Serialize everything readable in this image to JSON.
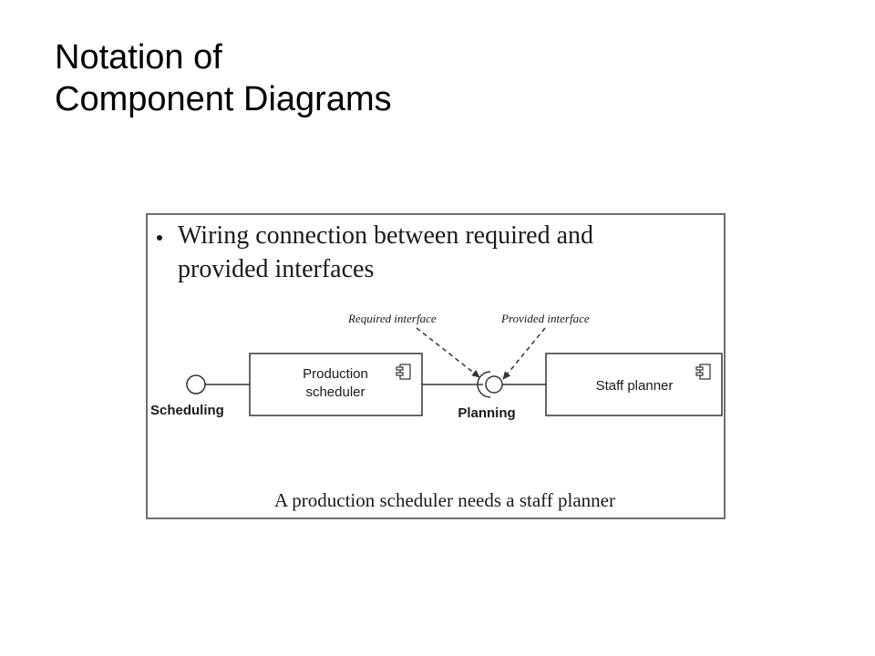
{
  "slide": {
    "title_line1": "Notation of",
    "title_line2": "Component Diagrams"
  },
  "figure": {
    "bullet_line1": "Wiring connection between required and",
    "bullet_line2": "provided interfaces",
    "label_required_interface": "Required interface",
    "label_provided_interface": "Provided interface",
    "component_production_line1": "Production",
    "component_production_line2": "scheduler",
    "component_staff": "Staff planner",
    "interface_scheduling": "Scheduling",
    "interface_planning": "Planning",
    "caption": "A production scheduler needs a staff planner"
  },
  "colors": {
    "line": "#333333",
    "frame": "#6e6e6e",
    "text": "#1a1a1a"
  }
}
